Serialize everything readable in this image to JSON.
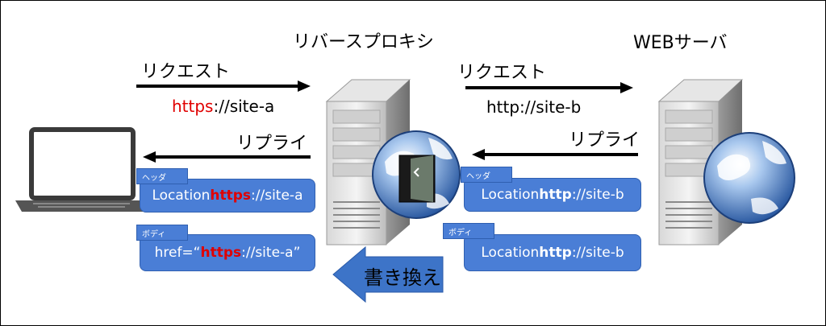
{
  "titles": {
    "proxy": "リバースプロキシ",
    "server": "WEBサーバ"
  },
  "left": {
    "request_label": "リクエスト",
    "request_url_scheme": "https",
    "request_url_rest": "://site-a",
    "reply_label": "リプライ",
    "header_tag": "ヘッダ",
    "header_prefix": "Location ",
    "header_scheme": "https",
    "header_rest": "://site-a",
    "body_tag": "ボディ",
    "body_prefix": "href=“",
    "body_scheme": "https",
    "body_rest": "://site-a”"
  },
  "right": {
    "request_label": "リクエスト",
    "request_url": "http://site-b",
    "reply_label": "リプライ",
    "header_tag": "ヘッダ",
    "header_prefix": "Location ",
    "header_scheme": "http",
    "header_rest": "://site-b",
    "body_tag": "ボディ",
    "body_prefix": "Location ",
    "body_scheme": "http",
    "body_rest": "://site-b"
  },
  "rewrite_label": "書き換え",
  "colors": {
    "accent_red": "#e00000",
    "box_blue": "#4a7ed6",
    "arrow_blue": "#3d74c8"
  },
  "icons": [
    "laptop-icon",
    "server-icon",
    "globe-icon",
    "door-icon"
  ]
}
